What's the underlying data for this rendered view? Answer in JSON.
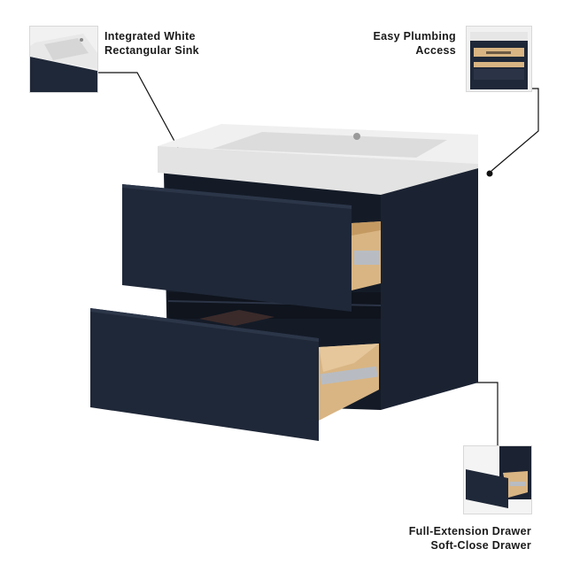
{
  "features": {
    "sink": {
      "line1": "Integrated White",
      "line2": "Rectangular Sink",
      "icon": "sink-closeup"
    },
    "plumbing": {
      "line1": "Easy Plumbing",
      "line2": "Access",
      "icon": "cabinet-back-view"
    },
    "drawer": {
      "line1": "Full-Extension Drawer",
      "line2": "Soft-Close Drawer",
      "icon": "open-drawer-closeup"
    }
  },
  "colors": {
    "cabinet": "#1f2838",
    "sink": "#ededed",
    "wood": "#d9b583",
    "leader": "#111111"
  }
}
